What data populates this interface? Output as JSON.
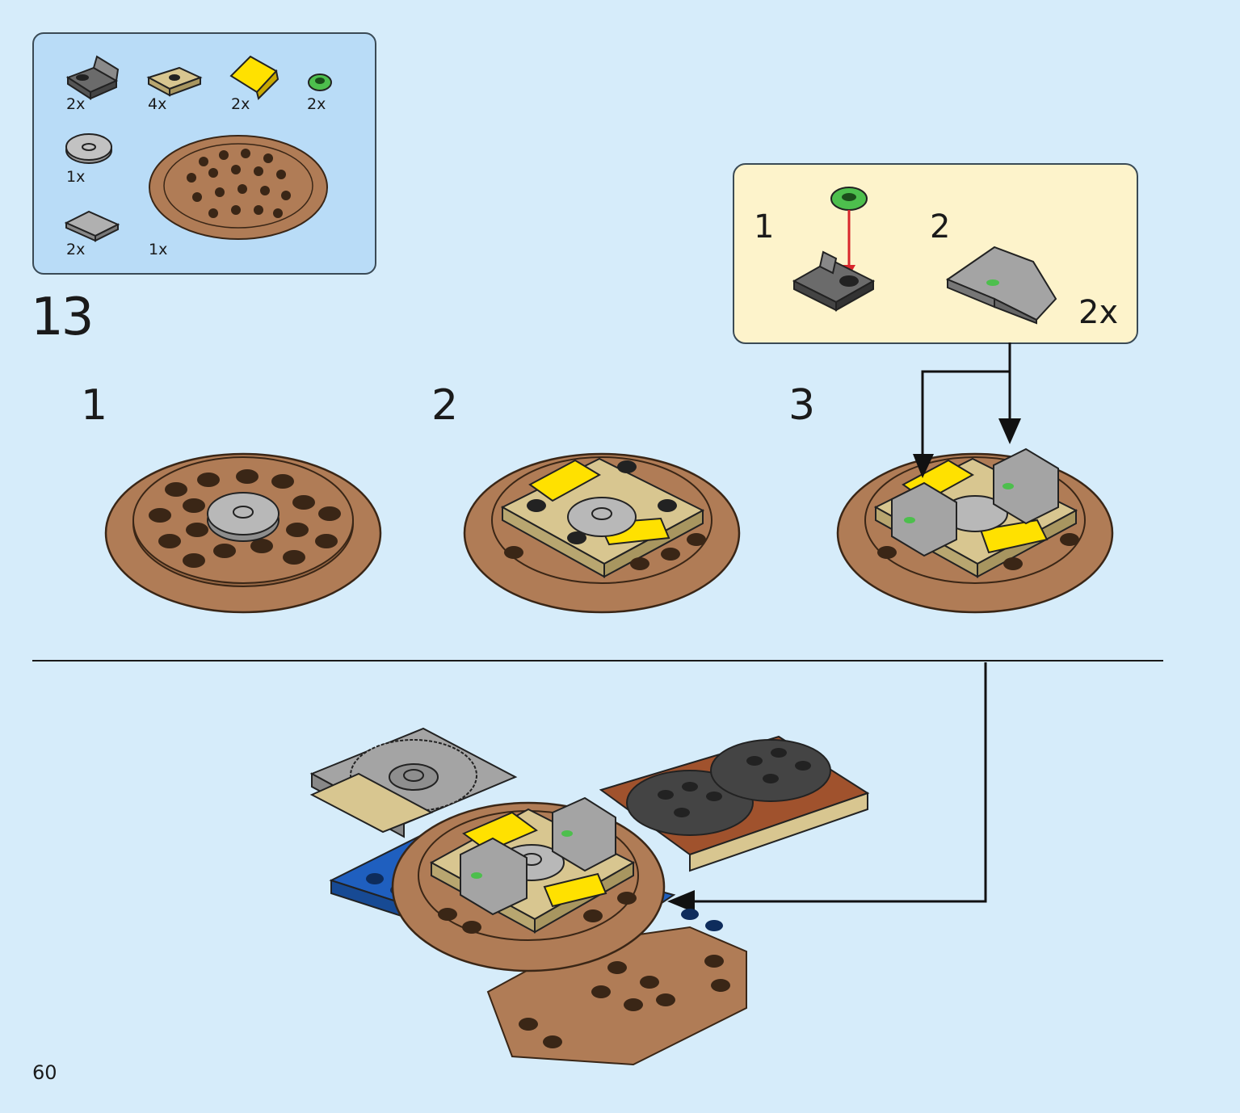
{
  "parts_list": {
    "items": [
      {
        "icon": "gray-bracket-plate-icon",
        "qty": "2x"
      },
      {
        "icon": "tan-jumper-plate-icon",
        "qty": "4x"
      },
      {
        "icon": "yellow-slope-tile-icon",
        "qty": "2x"
      },
      {
        "icon": "green-round-plate-icon",
        "qty": "2x"
      },
      {
        "icon": "gray-round-tile-icon",
        "qty": "1x"
      },
      {
        "icon": "brown-gear-plate-icon",
        "qty": "1x"
      },
      {
        "icon": "gray-slope-icon",
        "qty": "2x"
      }
    ]
  },
  "step": {
    "number": "13"
  },
  "substeps": [
    {
      "label": "1"
    },
    {
      "label": "2"
    },
    {
      "label": "3"
    }
  ],
  "callout": {
    "steps": [
      {
        "label": "1"
      },
      {
        "label": "2"
      }
    ],
    "multiplier": "2x"
  },
  "page": {
    "number": "60"
  },
  "colors": {
    "background": "#d6ecfa",
    "parts_panel": "#b9dcf7",
    "callout": "#fdf3cb",
    "brown": "#b07c56",
    "tan": "#d8c690",
    "yellow": "#ffe100",
    "gray": "#a4a4a4",
    "green": "#4dbf4d",
    "blue": "#1f5fbf",
    "arrow_red": "#d8262c"
  }
}
